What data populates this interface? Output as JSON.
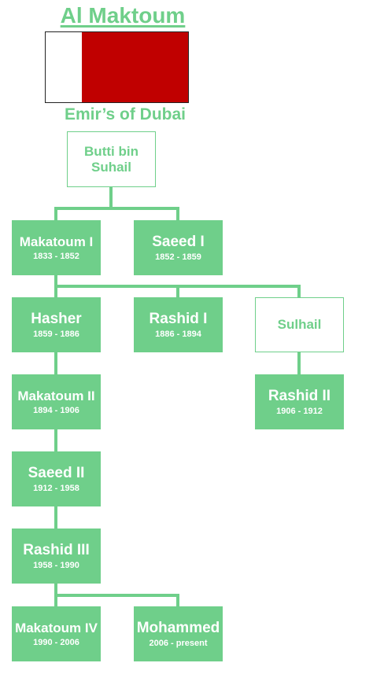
{
  "title": "Al Maktoum",
  "subtitle": "Emir’s of Dubai",
  "flag": {
    "colors": [
      "#ffffff",
      "#c00000"
    ]
  },
  "nodes": {
    "butti": {
      "name": "Butti bin Suhail",
      "years": ""
    },
    "makatoum1": {
      "name": "Makatoum I",
      "years": "1833 - 1852"
    },
    "saeed1": {
      "name": "Saeed I",
      "years": "1852 - 1859"
    },
    "hasher": {
      "name": "Hasher",
      "years": "1859 - 1886"
    },
    "rashid1": {
      "name": "Rashid I",
      "years": "1886 - 1894"
    },
    "sulhail": {
      "name": "Sulhail",
      "years": ""
    },
    "makatoum2": {
      "name": "Makatoum II",
      "years": "1894 - 1906"
    },
    "rashid2": {
      "name": "Rashid II",
      "years": "1906 - 1912"
    },
    "saeed2": {
      "name": "Saeed II",
      "years": "1912 - 1958"
    },
    "rashid3": {
      "name": "Rashid III",
      "years": "1958 - 1990"
    },
    "makatoum4": {
      "name": "Makatoum IV",
      "years": "1990 - 2006"
    },
    "mohammed": {
      "name": "Mohammed",
      "years": "2006 - present"
    }
  },
  "colors": {
    "green": "#6fcf8a",
    "red": "#c00000",
    "white": "#ffffff"
  }
}
